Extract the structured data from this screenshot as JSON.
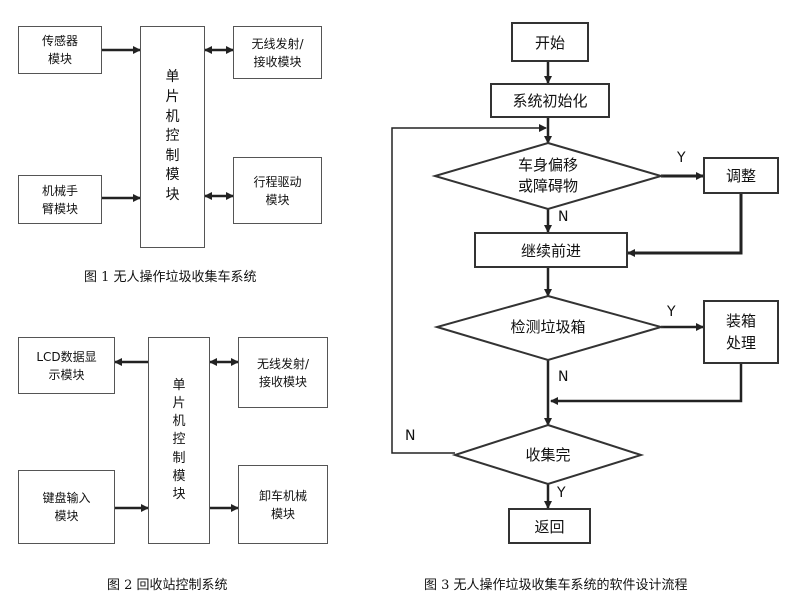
{
  "fig1": {
    "sensor": "传感器\n模块",
    "arm": "机械手\n臂模块",
    "mcu": "单片机控制模块",
    "wireless": "无线发射/\n接收模块",
    "drive": "行程驱动\n模块",
    "caption": "图 1 无人操作垃圾收集车系统"
  },
  "fig2": {
    "lcd": "LCD数据显\n示模块",
    "keyboard": "键盘输入\n模块",
    "mcu": "单片机控制模块",
    "wireless": "无线发射/\n接收模块",
    "unload": "卸车机械\n模块",
    "caption": "图 2 回收站控制系统"
  },
  "fig3": {
    "start": "开始",
    "init": "系统初始化",
    "check_bias": "车身偏移\n或障碍物",
    "adjust": "调整",
    "forward": "继续前进",
    "detect_bin": "检测垃圾箱",
    "load": "装箱\n处理",
    "collect_done": "收集完",
    "return": "返回",
    "y1": "Y",
    "n1": "N",
    "y2": "Y",
    "n2": "N",
    "n3": "N",
    "y3": "Y",
    "caption": "图 3 无人操作垃圾收集车系统的软件设计流程"
  }
}
